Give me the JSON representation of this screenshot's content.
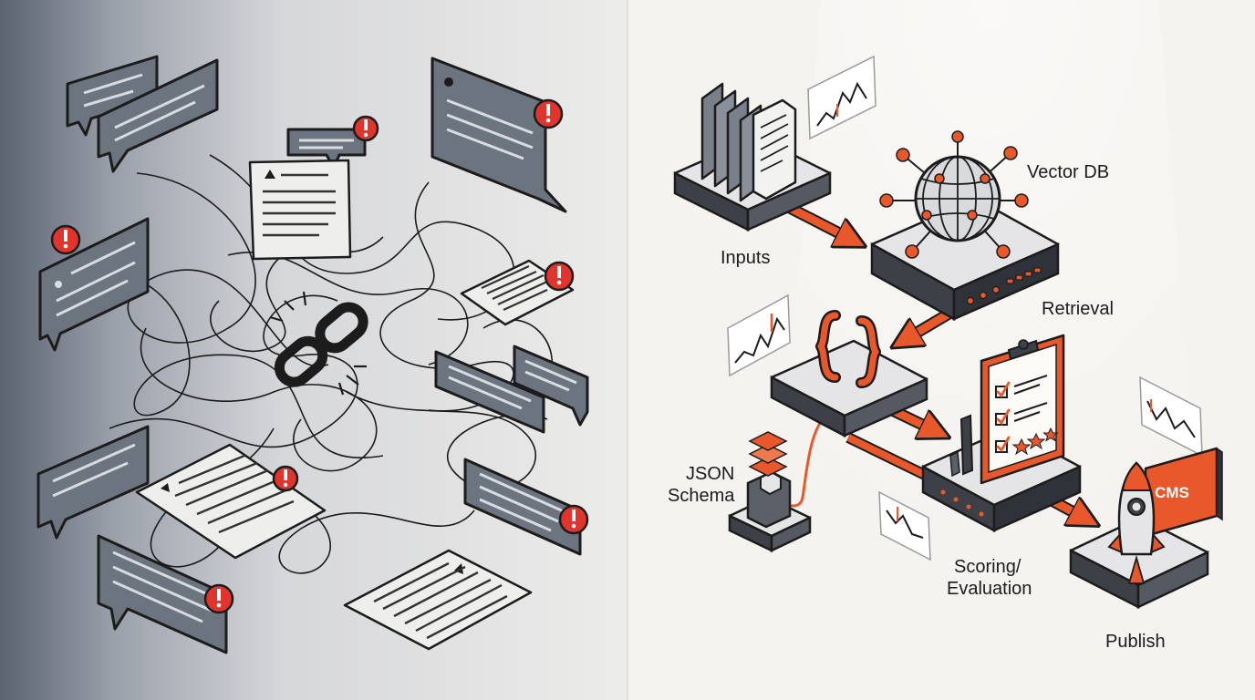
{
  "labels": {
    "inputs": "Inputs",
    "vector_db": "Vector DB",
    "retrieval": "Retrieval",
    "json_schema": [
      "JSON",
      "Schema"
    ],
    "scoring": [
      "Scoring/",
      "Evaluation"
    ],
    "publish": "Publish",
    "cms": "CMS"
  },
  "colors": {
    "accent": "#e8582a",
    "alert": "#e0342c",
    "bubble": "#6c7480",
    "outline": "#1c1c1c",
    "paper": "#eeeeec",
    "platform_top": "#e5e5e7",
    "platform_side": "#3d4047"
  },
  "icons": {
    "center_left": "broken-link-icon",
    "alerts": "exclamation-alert-icon",
    "globe": "network-globe-icon",
    "braces": "curly-braces-icon",
    "clipboard": "checklist-clipboard-icon",
    "rocket": "rocket-icon"
  }
}
